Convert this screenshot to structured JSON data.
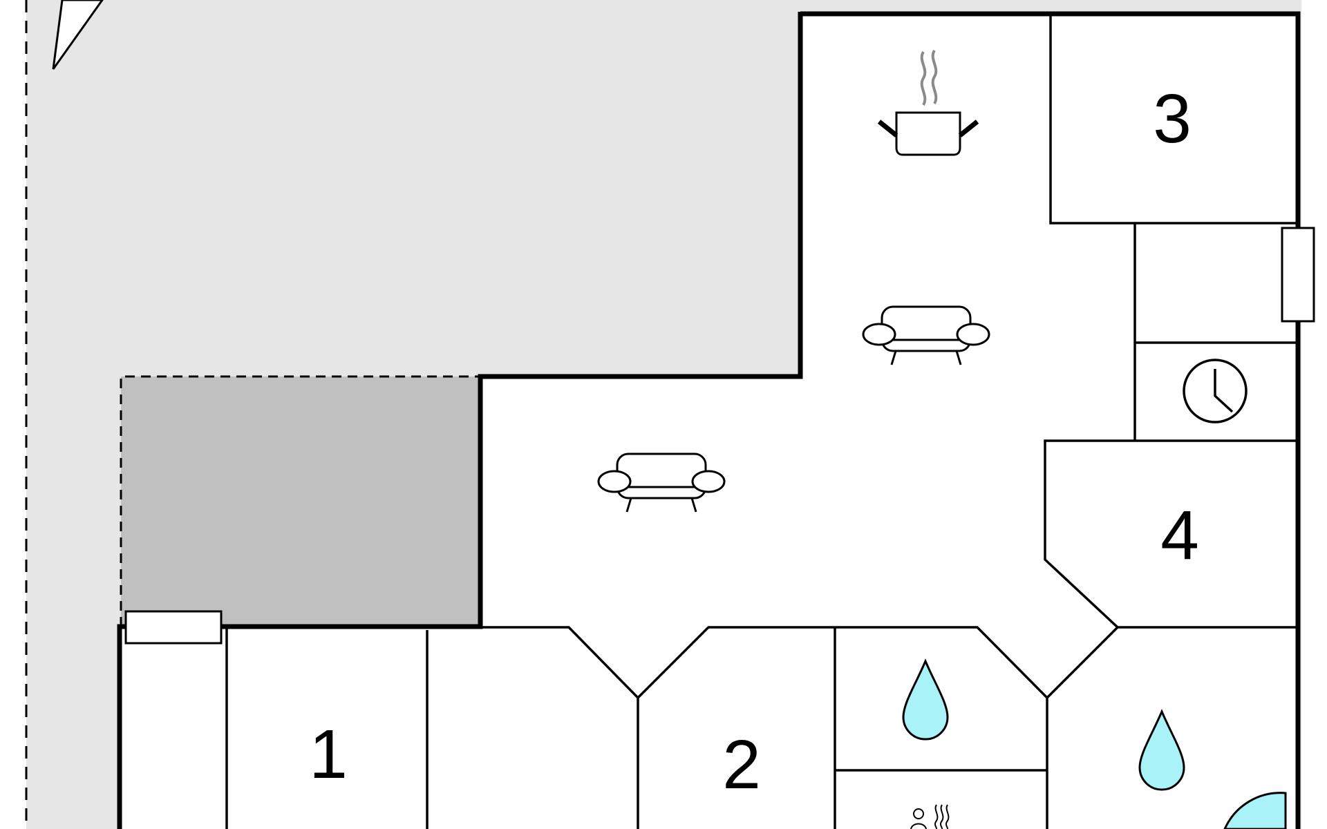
{
  "rooms": [
    {
      "id": "room-1",
      "label": "1"
    },
    {
      "id": "room-2",
      "label": "2"
    },
    {
      "id": "room-3",
      "label": "3"
    },
    {
      "id": "room-4",
      "label": "4"
    }
  ],
  "colors": {
    "outdoor": "#e6e6e6",
    "terrace": "#c0c0c0",
    "wall": "#000000",
    "floor": "#ffffff",
    "water": "#a8f2f8"
  },
  "icons": [
    "cooking-pot-icon",
    "sofa-icon",
    "clock-icon",
    "water-drop-icon",
    "sauna-icon",
    "north-arrow-icon"
  ]
}
